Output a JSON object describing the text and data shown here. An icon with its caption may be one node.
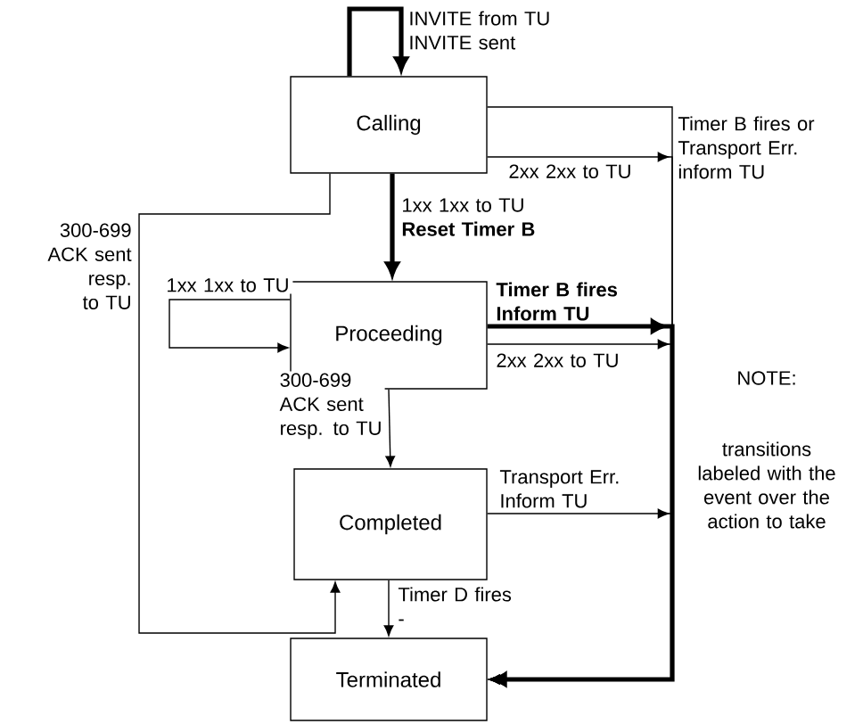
{
  "diagram": {
    "nodes": [
      {
        "text": [
          "Calling"
        ]
      },
      {
        "text": [
          "Proceeding"
        ]
      },
      {
        "text": [
          "Completed"
        ]
      },
      {
        "text": [
          "Terminated"
        ]
      }
    ],
    "edges": [
      {
        "from": 0,
        "to": 0,
        "arrow": "to",
        "label": "INVITE from TU INVITE sent",
        "style": "thick"
      },
      {
        "from": 0,
        "to": 1,
        "arrow": "to",
        "label": "1xx 1xx to TU **Reset Timer B**",
        "style": "thick"
      },
      {
        "from": 0,
        "to": 3,
        "arrow": "to",
        "label": "Timer B fires or Transport Err. inform TU"
      },
      {
        "from": 0,
        "to": 3,
        "arrow": "to",
        "label": "2xx 2xx to TU"
      },
      {
        "from": 0,
        "to": 2,
        "arrow": "to",
        "label": "300-699 ACK sent resp. to TU"
      },
      {
        "from": 1,
        "to": 1,
        "arrow": "to",
        "label": "1xx 1xx to TU"
      },
      {
        "from": 1,
        "to": 3,
        "arrow": "to",
        "label": "Timer B fires Inform TU",
        "style": "thick"
      },
      {
        "from": 1,
        "to": 3,
        "arrow": "to",
        "label": "2xx 2xx to TU"
      },
      {
        "from": 1,
        "to": 2,
        "arrow": "to",
        "label": "300-699 ACK sent resp. to TU"
      },
      {
        "from": 2,
        "to": 3,
        "arrow": "to",
        "label": "Timer D fires -"
      },
      {
        "from": 2,
        "to": 3,
        "arrow": "to",
        "label": "Transport Err. Inform TU"
      }
    ],
    "labels": [
      "NOTE:",
      "transitions labeled with the event over the action to take"
    ]
  }
}
